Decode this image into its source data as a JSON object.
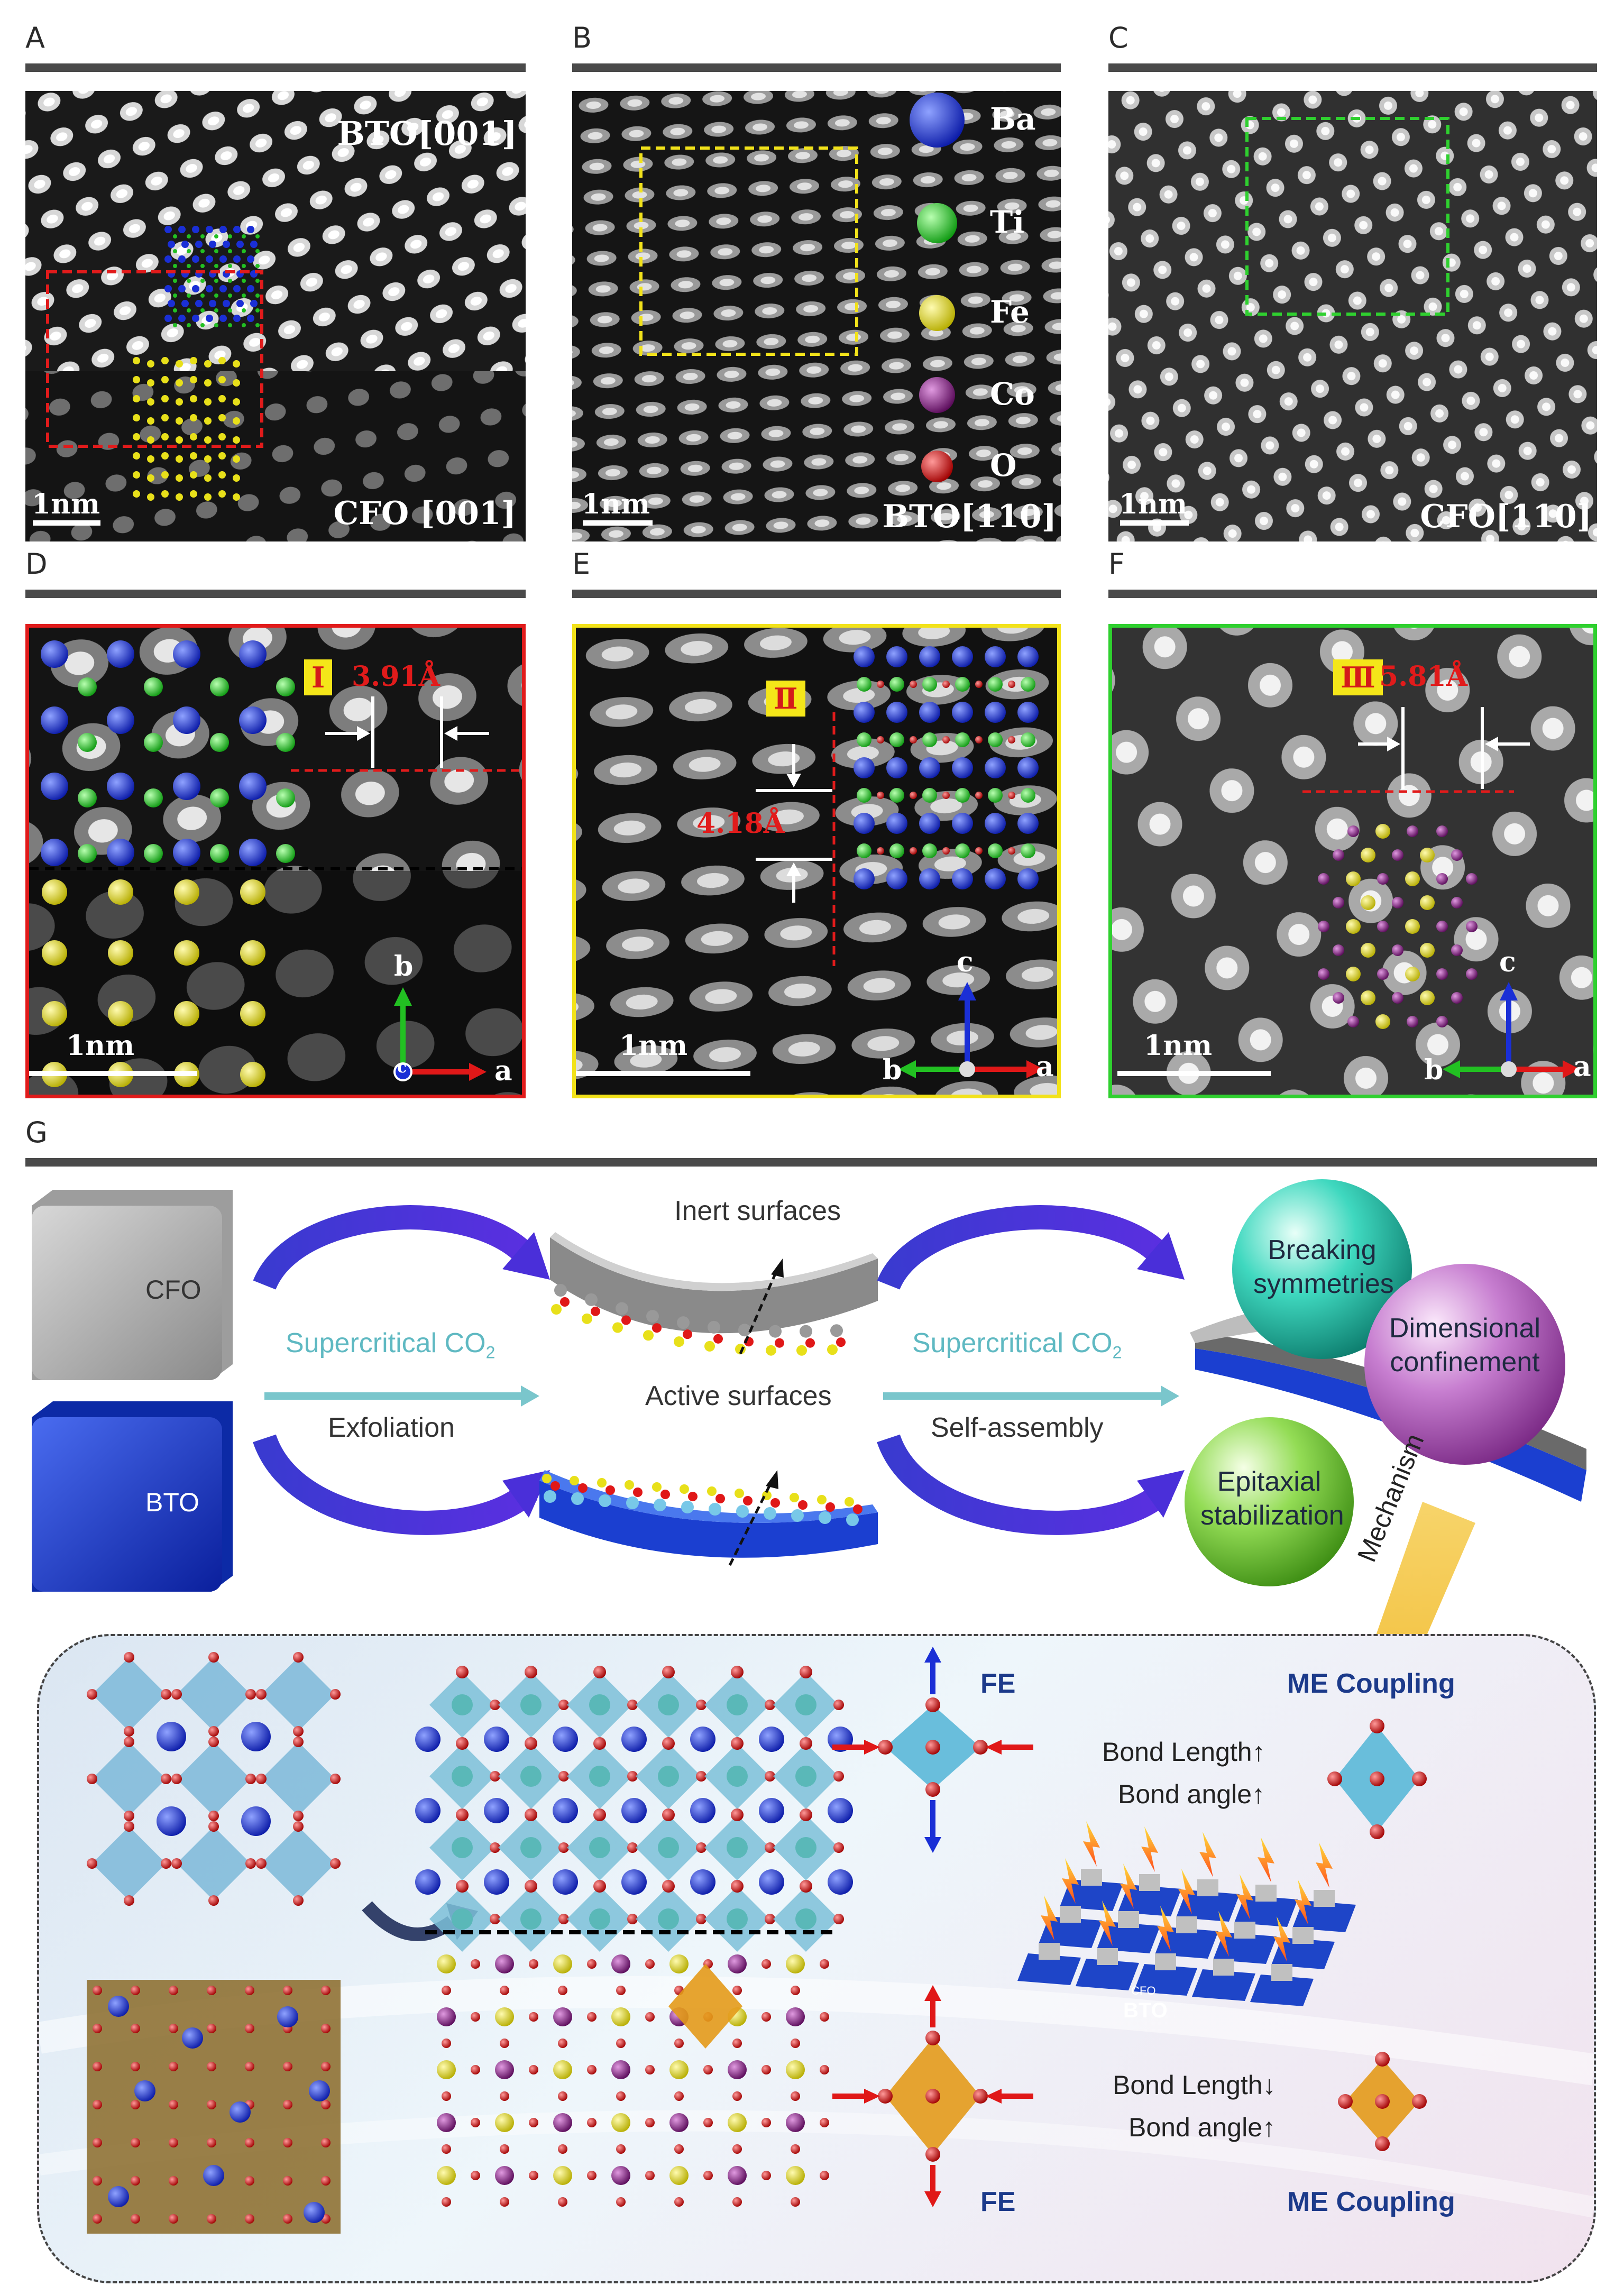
{
  "panels": {
    "A": {
      "letter": "A",
      "top_label": "BTO[001]",
      "bottom_label": "CFO [001]",
      "scale": "1nm"
    },
    "B": {
      "letter": "B",
      "bottom_label": "BTO[110]",
      "scale": "1nm",
      "legend": [
        {
          "name": "Ba",
          "color": "#1a2fd6"
        },
        {
          "name": "Ti",
          "color": "#22c022"
        },
        {
          "name": "Fe",
          "color": "#e8e01a"
        },
        {
          "name": "Co",
          "color": "#8a1c8a"
        },
        {
          "name": "O",
          "color": "#e01818"
        }
      ]
    },
    "C": {
      "letter": "C",
      "bottom_label": "CFO[110]",
      "scale": "1nm"
    },
    "D": {
      "letter": "D",
      "roman": "Ⅰ",
      "measure": "3.91Å",
      "scale": "1nm",
      "axis_b": "b",
      "axis_a": "a",
      "axis_c": "c"
    },
    "E": {
      "letter": "E",
      "roman": "Ⅱ",
      "measure": "4.18Å",
      "scale": "1nm",
      "axis_c": "c",
      "axis_b": "b",
      "axis_a": "a"
    },
    "F": {
      "letter": "F",
      "roman": "Ⅲ",
      "measure": "5.81Å",
      "scale": "1nm",
      "axis_c": "c",
      "axis_b": "b",
      "axis_a": "a"
    },
    "G": {
      "letter": "G"
    }
  },
  "schematic": {
    "cube_cfo": "CFO",
    "cube_bto": "BTO",
    "supercritical_left": "Supercritical CO",
    "supercritical_sub": "2",
    "exfoliation": "Exfoliation",
    "inert_surfaces": "Inert surfaces",
    "active_surfaces": "Active surfaces",
    "supercritical_right": "Supercritical CO",
    "self_assembly": "Self-assembly",
    "sphere_breaking": "Breaking symmetries",
    "sphere_dimensional": "Dimensional confinement",
    "sphere_epitaxial": "Epitaxial stabilization",
    "mechanism": "Mechanism"
  },
  "mechanism_box": {
    "fe_top": "FE",
    "fe_bottom": "FE",
    "me_coupling_top": "ME Coupling",
    "me_coupling_bottom": "ME Coupling",
    "bond_length_up": "Bond Length",
    "bond_angle_up": "Bond angle",
    "bond_length_down": "Bond Length",
    "bond_angle_down_up": "Bond angle",
    "arrow_up": "↑",
    "arrow_down": "↓",
    "device_cfo": "CFO",
    "device_bto": "BTO"
  }
}
